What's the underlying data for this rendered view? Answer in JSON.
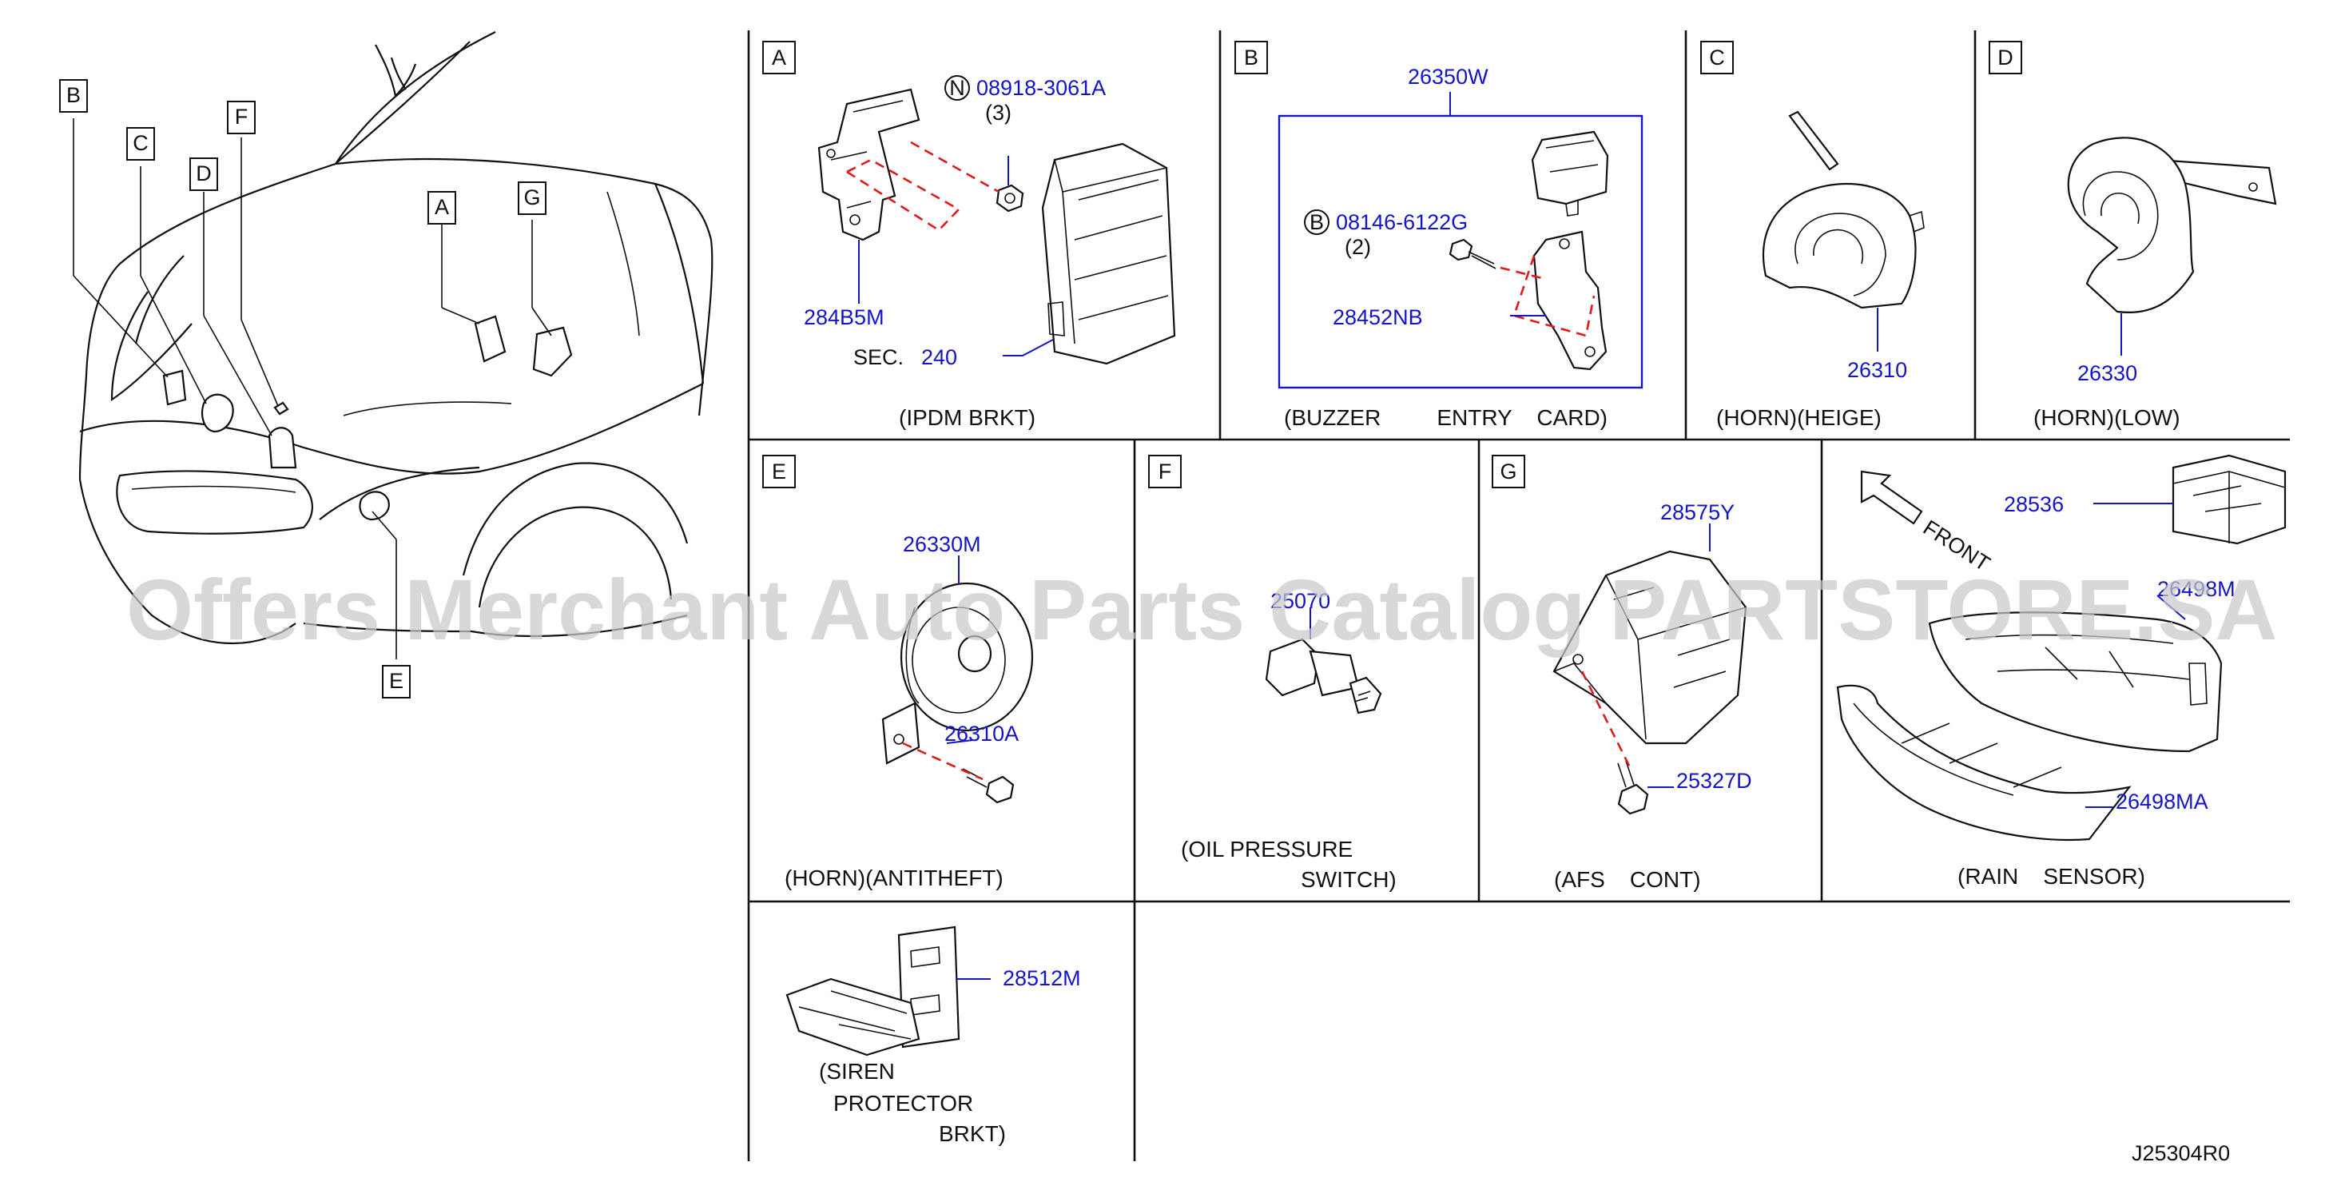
{
  "diagram_code": "J25304R0",
  "watermark": "Offers Merchant Auto Parts Catalog PARTSTORE.SA",
  "overview": {
    "callouts": [
      "B",
      "C",
      "D",
      "F",
      "A",
      "G",
      "E"
    ]
  },
  "sections": {
    "A": {
      "letter": "A",
      "caption": "(IPDM    BRKT)",
      "parts": [
        {
          "label": "08918-3061A",
          "symbol": "N",
          "qty": "(3)"
        },
        {
          "label": "284B5M"
        },
        {
          "label_prefix": "SEC. ",
          "label": "240"
        }
      ]
    },
    "B": {
      "letter": "B",
      "caption": "(BUZZER         ENTRY    CARD)",
      "parts": [
        {
          "label": "26350W"
        },
        {
          "label": "08146-6122G",
          "symbol": "B",
          "qty": "(2)"
        },
        {
          "label": "28452NB"
        }
      ]
    },
    "C": {
      "letter": "C",
      "caption": "(HORN)(HEIGE)",
      "parts": [
        {
          "label": "26310"
        }
      ]
    },
    "D": {
      "letter": "D",
      "caption": "(HORN)(LOW)",
      "parts": [
        {
          "label": "26330"
        }
      ]
    },
    "E": {
      "letter": "E",
      "caption": "(HORN)(ANTITHEFT)",
      "parts": [
        {
          "label": "26330M"
        },
        {
          "label": "26310A"
        }
      ]
    },
    "F": {
      "letter": "F",
      "caption_line1": "(OIL    PRESSURE",
      "caption_line2": "SWITCH)",
      "parts": [
        {
          "label": "25070"
        }
      ]
    },
    "G": {
      "letter": "G",
      "caption": "(AFS    CONT)",
      "parts": [
        {
          "label": "28575Y"
        },
        {
          "label": "25327D"
        }
      ]
    },
    "RAIN": {
      "caption": "(RAIN    SENSOR)",
      "front_label": "FRONT",
      "parts": [
        {
          "label": "28536"
        },
        {
          "label": "26498M"
        },
        {
          "label": "26498MA"
        }
      ]
    },
    "SIREN": {
      "caption_line1": "(SIREN",
      "caption_line2": "PROTECTOR",
      "caption_line3": "BRKT)",
      "parts": [
        {
          "label": "28512M"
        }
      ]
    }
  }
}
